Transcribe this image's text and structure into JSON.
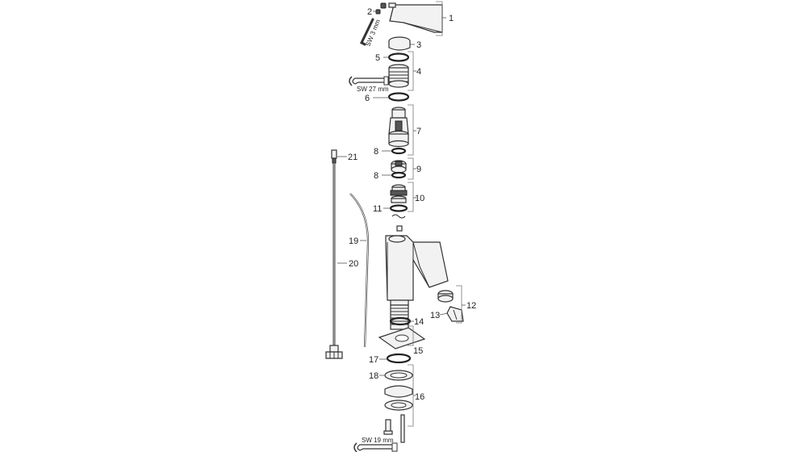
{
  "part_numbers": {
    "p1": "1",
    "p2": "2",
    "p3": "3",
    "p4": "4",
    "p5": "5",
    "p6": "6",
    "p7": "7",
    "p8a": "8",
    "p8b": "8",
    "p9": "9",
    "p10": "10",
    "p11": "11",
    "p12": "12",
    "p13": "13",
    "p14": "14",
    "p15": "15",
    "p16": "16",
    "p17": "17",
    "p18": "18",
    "p19": "19",
    "p20": "20",
    "p21": "21"
  },
  "tools": {
    "hex_key": "SW 3 mm",
    "wrench_27": "SW 27 mm",
    "wrench_19": "SW 19 mm"
  }
}
